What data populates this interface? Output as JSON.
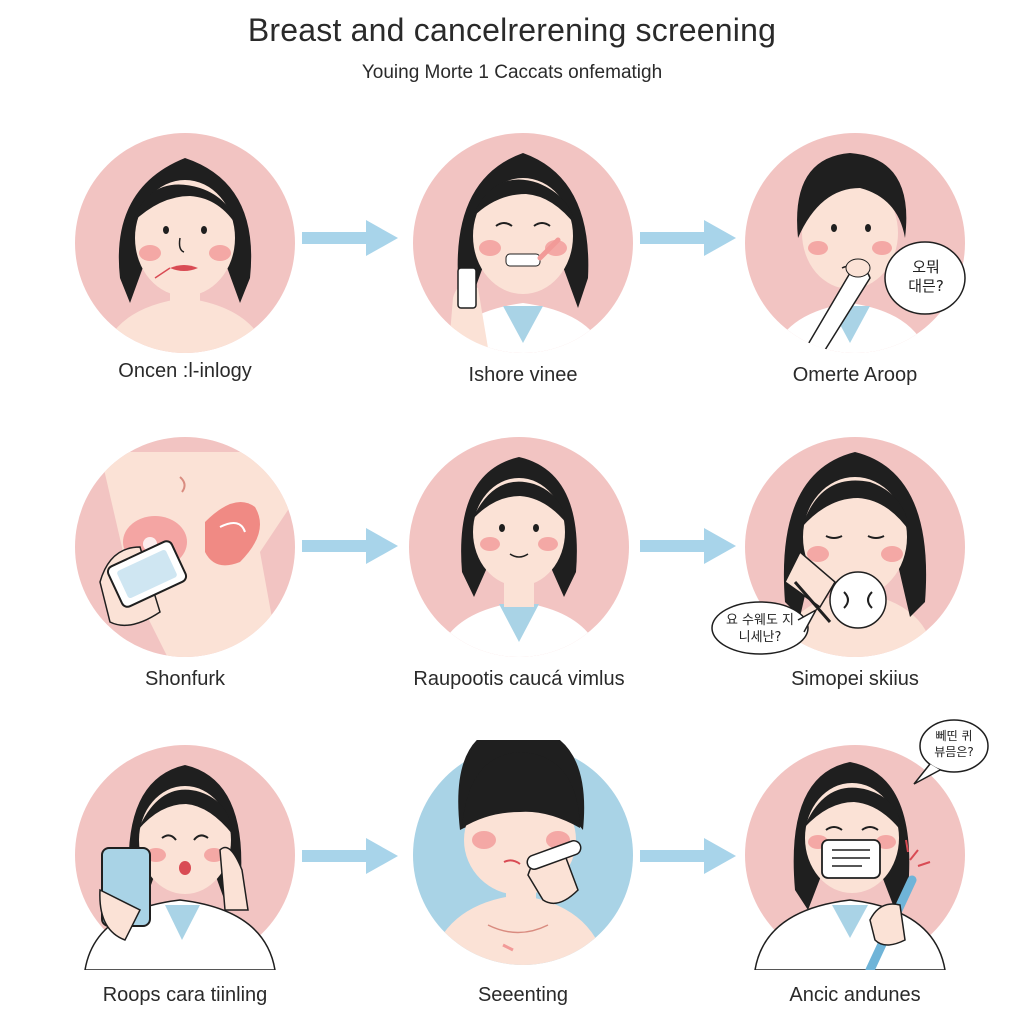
{
  "header": {
    "title": "Breast and cancelrerening screening",
    "subtitle": "Youing Morte 1 Caccats onfematigh"
  },
  "steps": [
    {
      "caption": "Oncen :l-inlogy",
      "icon": "woman-portrait-icon",
      "bg": "#f2c4c2"
    },
    {
      "caption": "Ishore vinee",
      "icon": "woman-brushing-teeth-icon",
      "bg": "#f2c4c2"
    },
    {
      "caption": "Omerte Aroop",
      "icon": "doctor-touching-face-icon",
      "bg": "#f2c4c2",
      "bubble": [
        "오뭐",
        "대믄?"
      ]
    },
    {
      "caption": "Shonfurk",
      "icon": "hand-holding-phone-body-icon",
      "bg": "#f2c4c2"
    },
    {
      "caption": "Raupootis caucá vimlus",
      "icon": "woman-smiling-icon",
      "bg": "#f2c4c2"
    },
    {
      "caption": "Simopei skiius",
      "icon": "woman-with-device-icon",
      "bg": "#f2c4c2",
      "bubble": [
        "요 수웨도 지",
        "니세난?"
      ]
    },
    {
      "caption": "Roops cara tiinling",
      "icon": "woman-with-phone-icon",
      "bg": "#f2c4c2"
    },
    {
      "caption": "Seeenting",
      "icon": "woman-applying-swab-icon",
      "bg": "#a9d3e6"
    },
    {
      "caption": "Ancic andunes",
      "icon": "woman-with-mask-and-pen-icon",
      "bg": "#f2c4c2",
      "bubble": [
        "뻬띤 퀴",
        "뷰믐은?"
      ]
    }
  ],
  "colors": {
    "arrow": "#a8d4ea",
    "hair": "#1f1f1f",
    "skin": "#fbe2d6",
    "blush": "#f29a98",
    "coat": "#ffffff",
    "collar": "#a9d3e6"
  }
}
